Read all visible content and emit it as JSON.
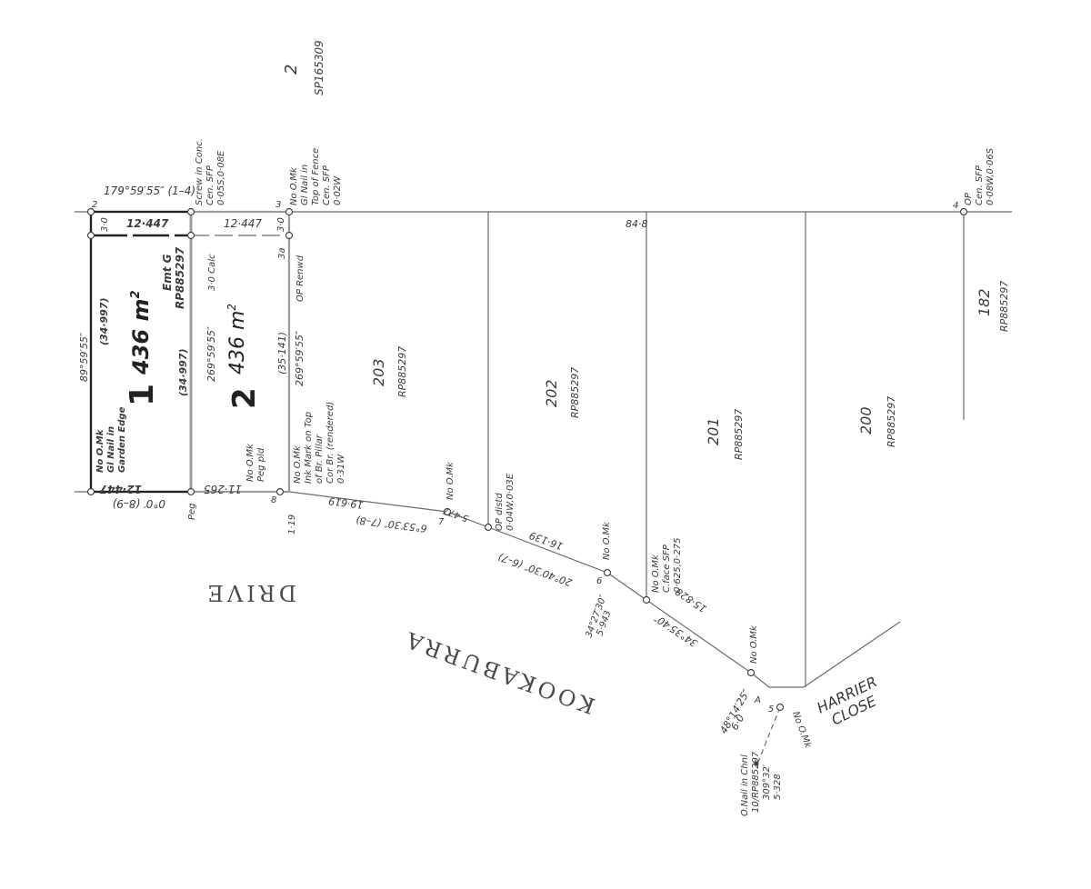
{
  "top_lot": {
    "number": "2",
    "plan": "SP165309"
  },
  "lot1": {
    "number": "1",
    "area": "436 m",
    "sup": "2",
    "plan_note": "Emt G",
    "easement_plan": "RP885297",
    "d_top": "12·447",
    "d_bottom": "12·447",
    "d_left": "(34·997)",
    "d_right": "(34·997)",
    "bearing_left": "89°59′55″",
    "bearing_right": "269°59′55″"
  },
  "lot2": {
    "number": "2",
    "area": "436 m",
    "sup": "2",
    "d_top": "12·447",
    "d_bottom": "11·265",
    "d_right": "(35·141)",
    "bearing_right": "269°59′55″",
    "calc": "3·0 Calc"
  },
  "lots": [
    {
      "number": "203",
      "plan": "RP885297"
    },
    {
      "number": "202",
      "plan": "RP885297"
    },
    {
      "number": "201",
      "plan": "RP885297"
    },
    {
      "number": "200",
      "plan": "RP885297"
    },
    {
      "number": "182",
      "plan": "RP885297"
    }
  ],
  "top_bearing": "179°59′55″ (1–4)",
  "bottom_bearing": "0°0′ (8–9)",
  "corner_notes": {
    "c2_screw": [
      "Screw in Conc.",
      "Cen. SFP",
      "0·05S,0·08E"
    ],
    "c3": [
      "No O.Mk",
      "Gl Nail in",
      "Top of Fence",
      "Cen. SFP",
      "0·02W"
    ],
    "c4": [
      "OP",
      "Cen. SFP",
      "0·08W,0·06S"
    ],
    "c9": [
      "No O.Mk",
      "Gl Nail in",
      "Garden Edge"
    ],
    "c8_peg": [
      "No O.Mk",
      "Peg pld"
    ],
    "c8_ink": [
      "No O.Mk",
      "Ink Mark on Top",
      "of Br. Pillar",
      "Cor Br. (rendered)",
      "0·31W"
    ],
    "c7": [
      "No O.Mk"
    ],
    "c7_op": [
      "OP distd",
      "0·04W,0·03E"
    ],
    "c6": [
      "No O.Mk"
    ],
    "c6_face": [
      "No O.Mk",
      "C.face SFP",
      "0·625,0·275"
    ],
    "c5a": [
      "No O.Mk"
    ],
    "c5": [
      "No O.Mk"
    ],
    "onail": [
      "O.Nail in Chnl",
      "10/RP885297",
      "309°32′",
      "5·328"
    ]
  },
  "labels": {
    "p2": "2",
    "p3": "3",
    "p3a": "3a",
    "p4": "4",
    "p8": "8",
    "p7": "7",
    "p6": "6",
    "p5": "5",
    "pA": "A",
    "three_a": "3·0",
    "three_b": "3·0",
    "peg": "Peg",
    "op_renwd": "OP Renwd",
    "d84": "84·8",
    "d119": "1·19",
    "b78": "6°53′30″ (7–8)",
    "d78": "19·619",
    "d7": "5·477",
    "b67": "20°40′30″ (6–7)",
    "d67": "16·139",
    "b6": "34°27′30″",
    "d6": "5·943",
    "b65": "34°35′40″",
    "d65": "15·828",
    "b5": "48°14′25″",
    "d5": "6·0"
  },
  "roads": {
    "road1": "KOOKABURRA",
    "road2": "DRIVE",
    "road3a": "HARRIER",
    "road3b": "CLOSE"
  }
}
